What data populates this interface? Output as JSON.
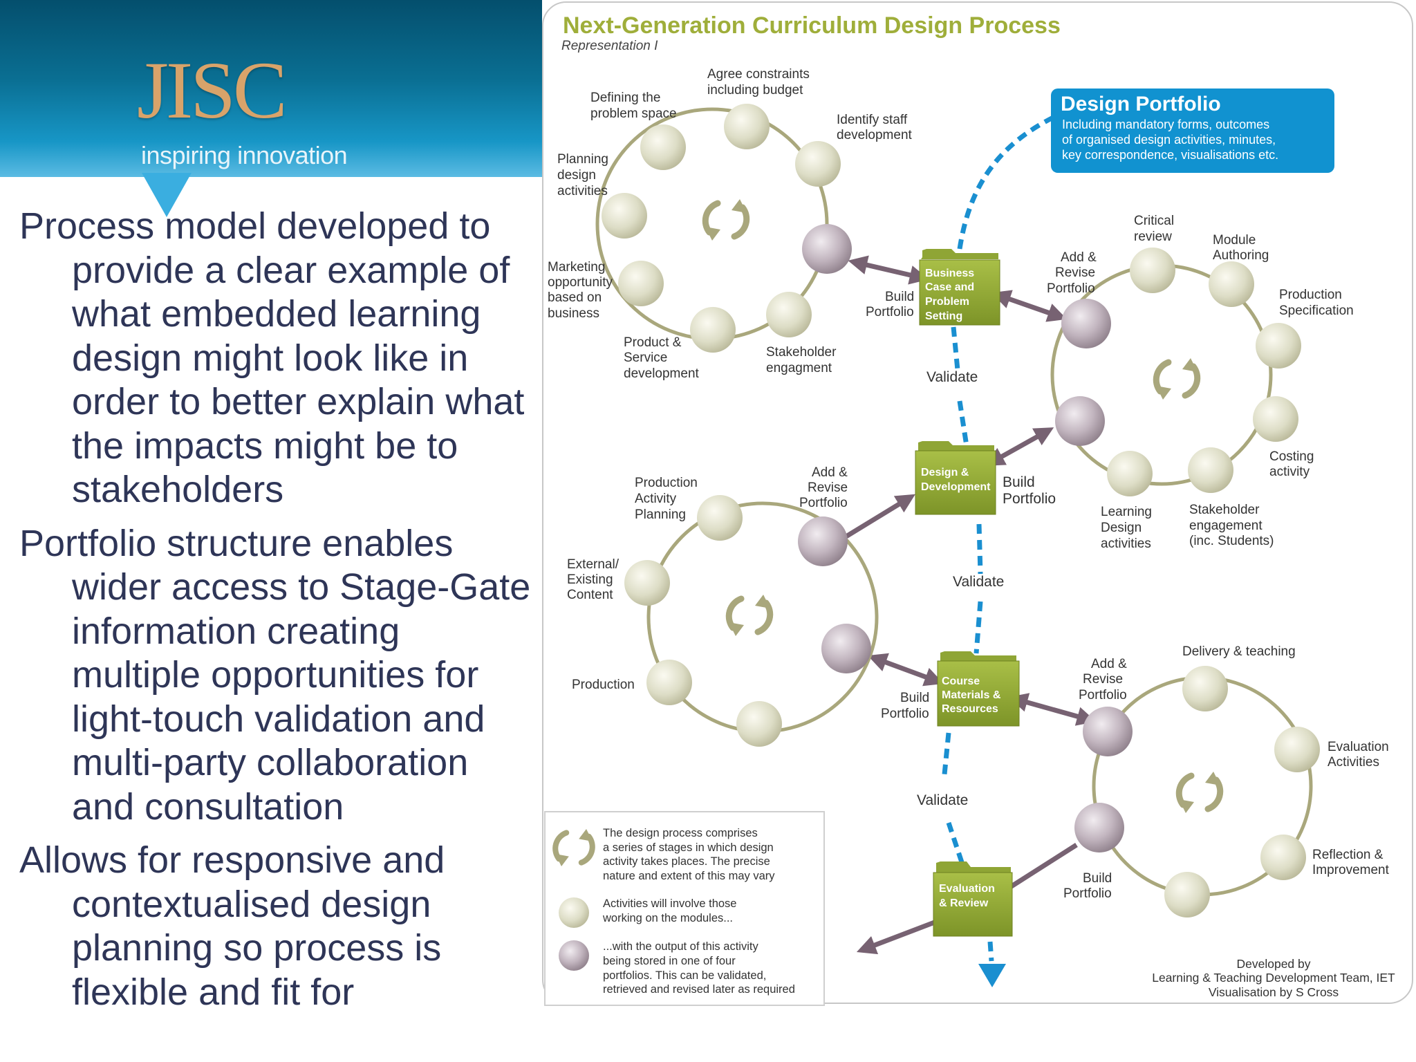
{
  "header": {
    "logo": "JISC",
    "tagline": "inspiring innovation",
    "colors": {
      "band_dark": "#044f6d",
      "band_light": "#1796c6",
      "logo": "#d8a36a"
    }
  },
  "bullets": [
    "Process model developed to provide a clear example of what embedded learning design might look like in order to better explain what the impacts might be to stakeholders",
    "Portfolio structure enables wider access to Stage-Gate information creating multiple opportunities for light-touch validation and multi-party collaboration and consultation",
    "Allows for responsive and contextualised design planning so process is flexible and fit for"
  ],
  "diagram": {
    "title": "Next-Generation Curriculum Design Process",
    "subtitle": "Representation I",
    "colors": {
      "title": "#9fae3a",
      "ring": "#a9a77c",
      "portfolio_box": "#1192d0",
      "folder": "#8fa535",
      "arrow": "#776272",
      "validate": "#1a8fd0"
    },
    "portfolio_box": {
      "title": "Design Portfolio",
      "lines": [
        "Including mandatory forms, outcomes",
        "of organised design activities, minutes,",
        "key correspondence, visualisations etc."
      ]
    },
    "folders": {
      "business": [
        "Business",
        "Case and",
        "Problem",
        "Setting"
      ],
      "design": [
        "Design &",
        "Development"
      ],
      "course": [
        "Course",
        "Materials &",
        "Resources"
      ],
      "evaluation": [
        "Evaluation",
        "& Review"
      ]
    },
    "labels": {
      "defining": [
        "Defining the",
        "problem space"
      ],
      "agree": [
        "Agree constraints",
        "including budget"
      ],
      "identify": [
        "Identify staff",
        "development"
      ],
      "planning": [
        "Planning",
        "design",
        "activities"
      ],
      "marketing": [
        "Marketing",
        "opportunity",
        "based on",
        "business"
      ],
      "product": [
        "Product &",
        "Service",
        "development"
      ],
      "stakeholder1": [
        "Stakeholder",
        "engagment"
      ],
      "build1": [
        "Build",
        "Portfolio"
      ],
      "addrev1": [
        "Add &",
        "Revise",
        "Portfolio"
      ],
      "critical": [
        "Critical",
        "review"
      ],
      "module": [
        "Module",
        "Authoring"
      ],
      "prodspec": [
        "Production",
        "Specification"
      ],
      "costing": [
        "Costing",
        "activity"
      ],
      "stakeholder2": [
        "Stakeholder",
        "engagement",
        "(inc. Students)"
      ],
      "learning": [
        "Learning",
        "Design",
        "activities"
      ],
      "validate1": [
        "Validate"
      ],
      "addrev2": [
        "Add &",
        "Revise",
        "Portfolio"
      ],
      "build2": [
        "Build",
        "Portfolio"
      ],
      "prodact": [
        "Production",
        "Activity",
        "Planning"
      ],
      "external": [
        "External/",
        "Existing",
        "Content"
      ],
      "production": [
        "Production"
      ],
      "validate2": [
        "Validate"
      ],
      "build3": [
        "Build",
        "Portfolio"
      ],
      "addrev3": [
        "Add &",
        "Revise",
        "Portfolio"
      ],
      "delivery": [
        "Delivery & teaching"
      ],
      "evalact": [
        "Evaluation",
        "Activities"
      ],
      "reflection": [
        "Reflection &",
        "Improvement"
      ],
      "build4": [
        "Build",
        "Portfolio"
      ],
      "validate3": [
        "Validate"
      ]
    },
    "legend": {
      "cycle": [
        "The design process comprises",
        "a series of stages in which design",
        "activity takes places. The precise",
        "nature and extent of this may vary"
      ],
      "activity": [
        "Activities will involve those",
        "working on the modules..."
      ],
      "output": [
        "...with the output of this activity",
        "being stored in one of four",
        "portfolios. This can be validated,",
        "retrieved and revised later as required"
      ]
    },
    "credits": [
      "Developed by",
      "Learning & Teaching Development Team, IET",
      "Visualisation by S Cross"
    ]
  }
}
